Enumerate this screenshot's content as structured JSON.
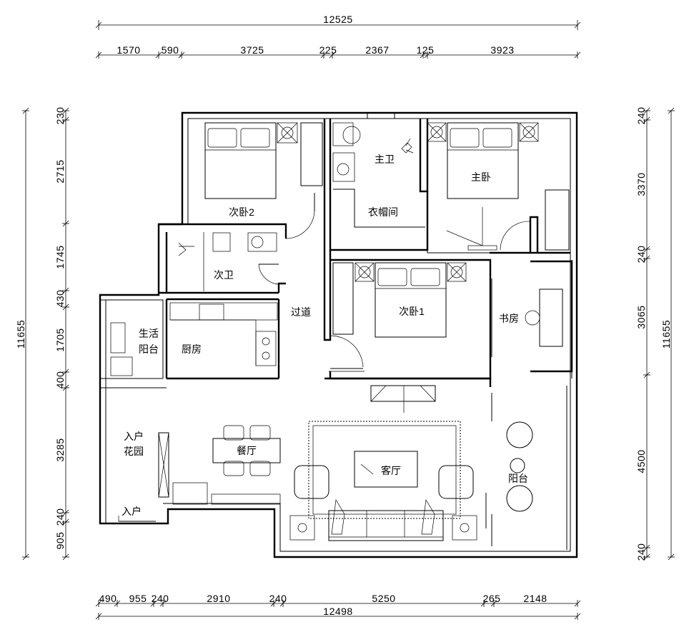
{
  "rooms": {
    "master_bath": "主卫",
    "master_bedroom": "主卧",
    "second_bedroom_2": "次卧2",
    "walk_in_closet": "衣帽间",
    "second_bath": "次卫",
    "corridor": "过道",
    "second_bedroom_1": "次卧1",
    "study": "书房",
    "utility_balcony_1": "生活",
    "utility_balcony_2": "阳台",
    "kitchen": "厨房",
    "entry_garden_1": "入户",
    "entry_garden_2": "花园",
    "dining_room": "餐厅",
    "living_room": "客厅",
    "balcony": "阳台",
    "entrance": "入户"
  },
  "dimensions": {
    "top_total": "12525",
    "top_segments": [
      "1570",
      "590",
      "3725",
      "225",
      "2367",
      "125",
      "3923"
    ],
    "bottom_total": "12498",
    "bottom_segments": [
      "490",
      "955",
      "240",
      "2910",
      "240",
      "5250",
      "265",
      "2148"
    ],
    "left_total": "11655",
    "left_segments": [
      "230",
      "2715",
      "1745",
      "430",
      "1705",
      "400",
      "3285",
      "240",
      "905"
    ],
    "right_total": "11655",
    "right_segments": [
      "240",
      "3370",
      "240",
      "3065",
      "4500",
      "240"
    ]
  }
}
